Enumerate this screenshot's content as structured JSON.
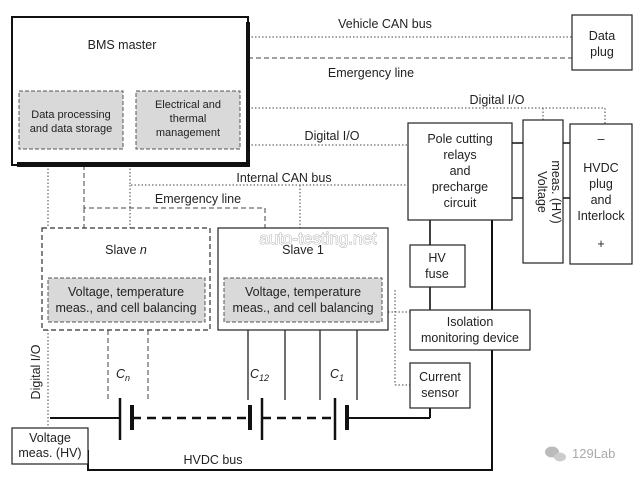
{
  "labels": {
    "vehicle_can_bus": "Vehicle CAN bus",
    "emergency_line_top": "Emergency line",
    "digital_io_top": "Digital I/O",
    "digital_io_mid": "Digital I/O",
    "internal_can_bus": "Internal CAN bus",
    "emergency_line_mid": "Emergency line",
    "digital_io_left": "Digital I/O",
    "hvdc_bus": "HVDC bus"
  },
  "blocks": {
    "bms_master": "BMS master",
    "data_processing": [
      "Data processing",
      "and data storage"
    ],
    "electrical_thermal": [
      "Electrical and",
      "thermal",
      "management"
    ],
    "data_plug": [
      "Data",
      "plug"
    ],
    "pole_cutting": [
      "Pole cutting",
      "relays",
      "and",
      "precharge",
      "circuit"
    ],
    "voltage_meas_vertical": [
      "Voltage",
      "meas. (HV)"
    ],
    "hvdc_plug": [
      "HVDC",
      "plug",
      "and",
      "Interlock"
    ],
    "hvdc_minus": "–",
    "hvdc_plus": "+",
    "hv_fuse": [
      "HV",
      "fuse"
    ],
    "isolation": [
      "Isolation",
      "monitoring device"
    ],
    "current_sensor": [
      "Current",
      "sensor"
    ],
    "slave_n_title": "Slave ",
    "slave_n_italic": "n",
    "slave_1_title": "Slave 1",
    "slave_func": [
      "Voltage, temperature",
      "meas., and cell balancing"
    ],
    "voltage_meas_left": [
      "Voltage",
      "meas. (HV)"
    ]
  },
  "cells": {
    "cn": "C",
    "cn_sub": "n",
    "c12": "C",
    "c12_sub": "12",
    "c1": "C",
    "c1_sub": "1"
  },
  "watermarks": {
    "site": "auto-testing.net",
    "lab": "129Lab"
  }
}
